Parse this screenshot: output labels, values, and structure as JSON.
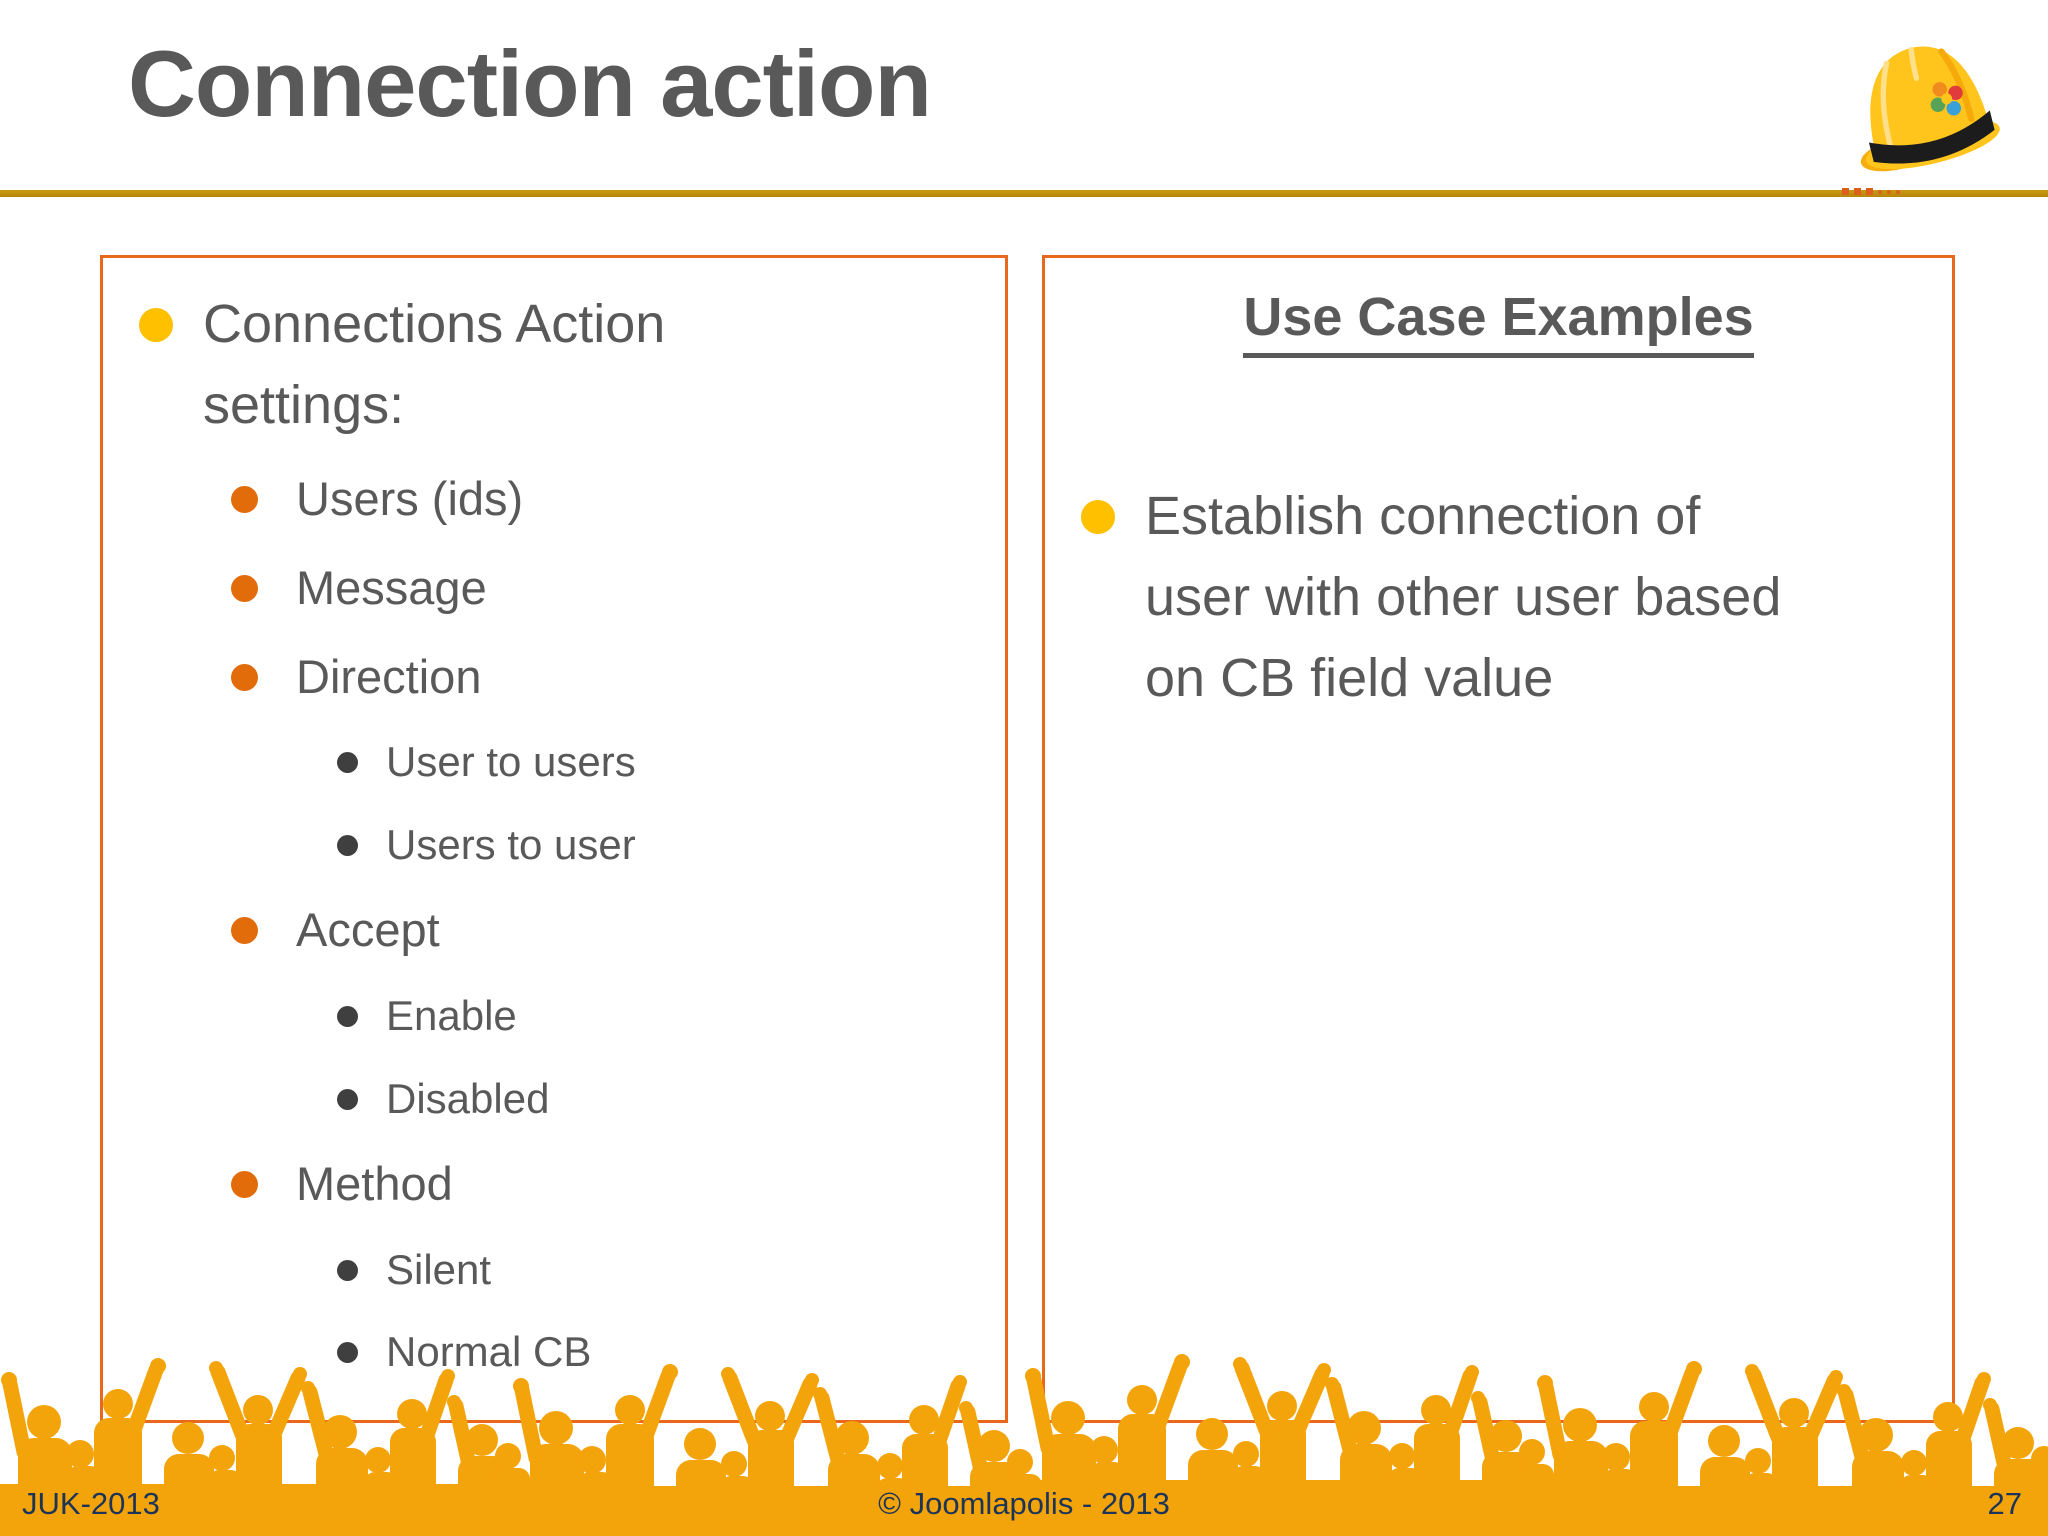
{
  "slide": {
    "title": "Connection action",
    "page_number": "27",
    "footer_left": "JUK-2013",
    "footer_center": "© Joomlapolis - 2013"
  },
  "left_panel": {
    "items": [
      {
        "level": 1,
        "text": "Connections Action\nsettings:"
      },
      {
        "level": 2,
        "text": "Users (ids)"
      },
      {
        "level": 2,
        "text": "Message"
      },
      {
        "level": 2,
        "text": "Direction"
      },
      {
        "level": 3,
        "text": "User to users"
      },
      {
        "level": 3,
        "text": "Users to user"
      },
      {
        "level": 2,
        "text": "Accept"
      },
      {
        "level": 3,
        "text": "Enable"
      },
      {
        "level": 3,
        "text": "Disabled"
      },
      {
        "level": 2,
        "text": "Method"
      },
      {
        "level": 3,
        "text": "Silent"
      },
      {
        "level": 3,
        "text": "Normal CB"
      }
    ]
  },
  "right_panel": {
    "heading": "Use Case Examples",
    "items": [
      {
        "text": "Establish connection of\nuser with other user based\non CB field value"
      }
    ]
  },
  "icons": {
    "top_right": "hard-hat-joomla-icon",
    "bullets": [
      "bullet-gold-icon",
      "bullet-orange-icon",
      "bullet-dark-icon"
    ],
    "bottom": "crowd-silhouette-graphic"
  },
  "colors": {
    "accent_orange": "#E8681C",
    "bullet_gold": "#FFC000",
    "bullet_orange": "#E36C0A",
    "bullet_dark": "#3F3F3F",
    "text_gray": "#595959",
    "rule_gold": "#BF9000",
    "crowd_gold": "#F4A40B",
    "footer_navy": "#1C3557"
  }
}
